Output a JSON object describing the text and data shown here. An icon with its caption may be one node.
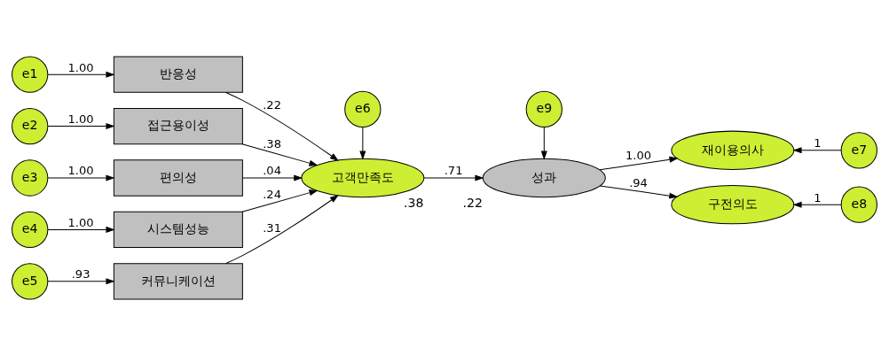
{
  "diagram": {
    "nodes": [
      {
        "text": [
          "e1"
        ]
      },
      {
        "text": [
          "e2"
        ]
      },
      {
        "text": [
          "e3"
        ]
      },
      {
        "text": [
          "e4"
        ]
      },
      {
        "text": [
          "e5"
        ]
      },
      {
        "text": [
          "반응성"
        ]
      },
      {
        "text": [
          "접근용이성"
        ]
      },
      {
        "text": [
          "편의성"
        ]
      },
      {
        "text": [
          "시스템성능"
        ]
      },
      {
        "text": [
          "커뮤니케이션"
        ]
      },
      {
        "text": [
          "e6"
        ]
      },
      {
        "text": [
          "고객만족도"
        ],
        "beside": [
          ".38"
        ]
      },
      {
        "text": [
          "e9"
        ]
      },
      {
        "text": [
          "성과"
        ],
        "beside": [
          ".22"
        ]
      },
      {
        "text": [
          "재이용의사"
        ]
      },
      {
        "text": [
          "구전의도"
        ]
      },
      {
        "text": [
          "e7"
        ]
      },
      {
        "text": [
          "e8"
        ]
      }
    ],
    "edges": [
      {
        "from": 0,
        "to": 5,
        "arrow": "to",
        "label": "1.00"
      },
      {
        "from": 1,
        "to": 6,
        "arrow": "to",
        "label": "1.00"
      },
      {
        "from": 2,
        "to": 7,
        "arrow": "to",
        "label": "1.00"
      },
      {
        "from": 3,
        "to": 8,
        "arrow": "to",
        "label": "1.00"
      },
      {
        "from": 4,
        "to": 9,
        "arrow": "to",
        "label": ".93"
      },
      {
        "from": 5,
        "to": 11,
        "arrow": "to",
        "label": ".22"
      },
      {
        "from": 6,
        "to": 11,
        "arrow": "to",
        "label": ".38"
      },
      {
        "from": 7,
        "to": 11,
        "arrow": "to",
        "label": ".04"
      },
      {
        "from": 8,
        "to": 11,
        "arrow": "to",
        "label": ".24"
      },
      {
        "from": 9,
        "to": 11,
        "arrow": "to",
        "label": ".31"
      },
      {
        "from": 10,
        "to": 11,
        "arrow": "to"
      },
      {
        "from": 11,
        "to": 13,
        "arrow": "to",
        "label": ".71"
      },
      {
        "from": 12,
        "to": 13,
        "arrow": "to"
      },
      {
        "from": 13,
        "to": 14,
        "arrow": "to",
        "label": "1.00"
      },
      {
        "from": 13,
        "to": 15,
        "arrow": "to",
        "label": ".94"
      },
      {
        "from": 16,
        "to": 14,
        "arrow": "to",
        "label": "1"
      },
      {
        "from": 17,
        "to": 15,
        "arrow": "to",
        "label": "1"
      }
    ]
  }
}
